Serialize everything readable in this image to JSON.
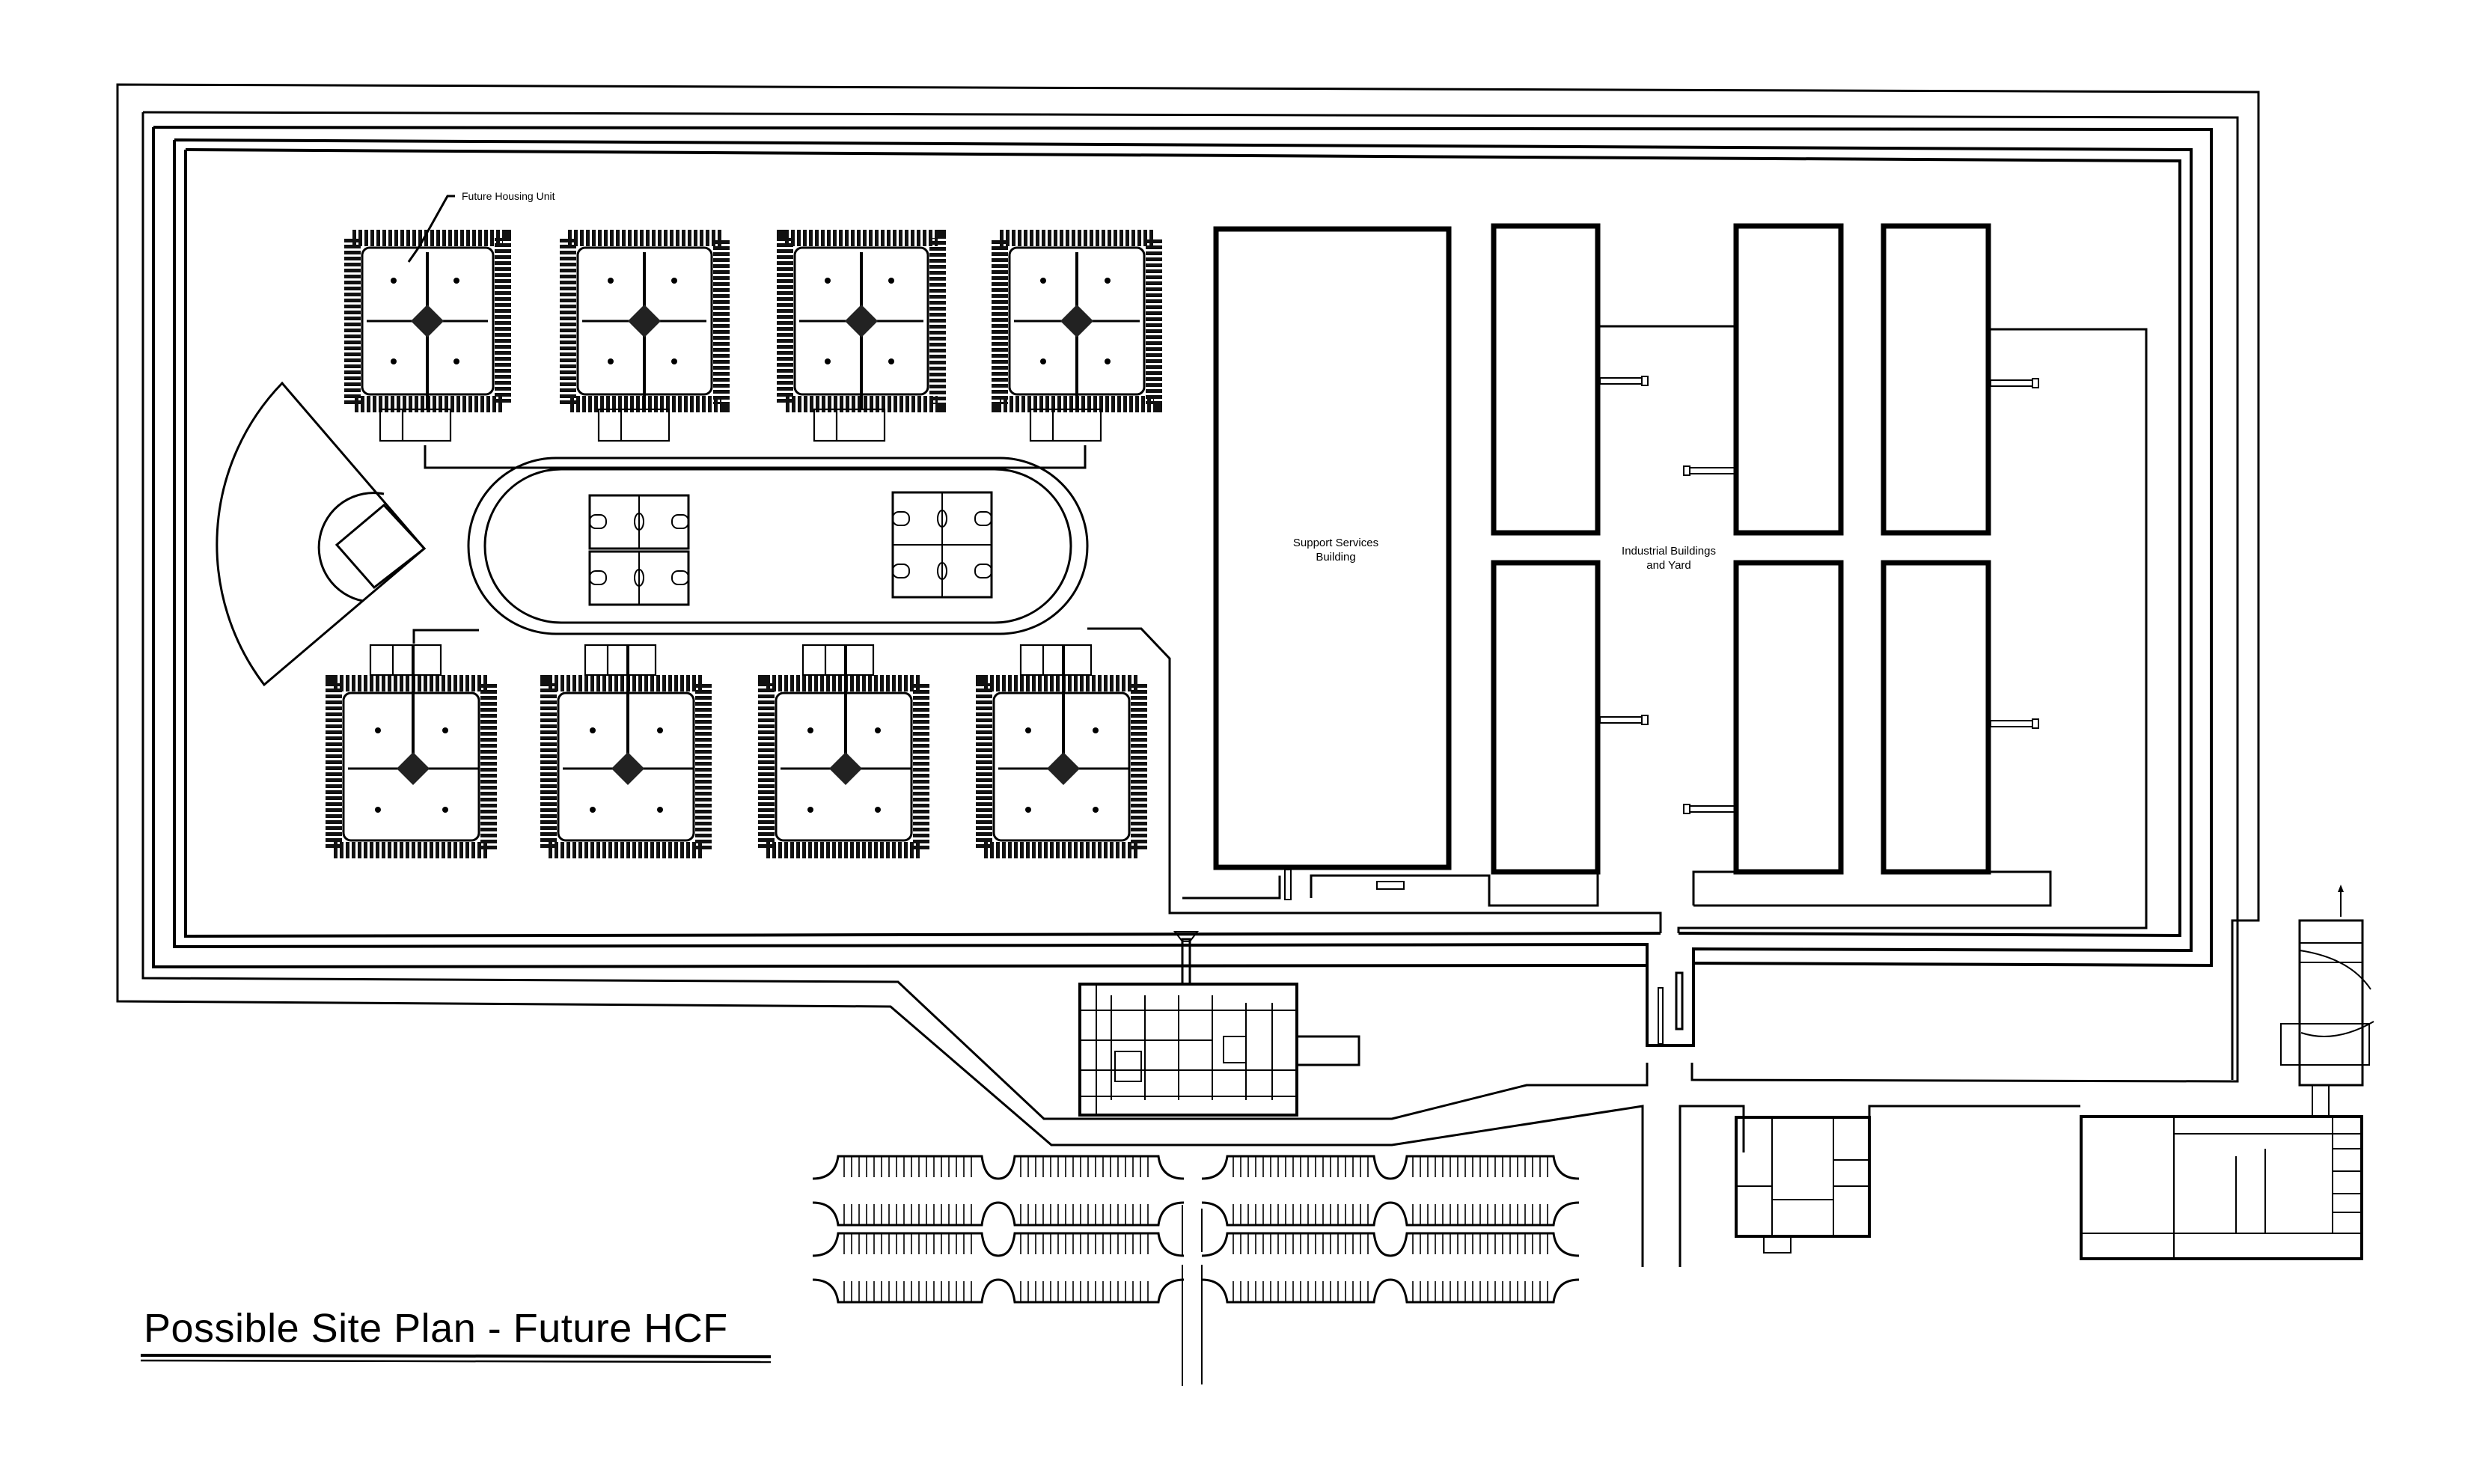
{
  "drawing": {
    "title": "Possible Site Plan - Future HCF",
    "labels": {
      "housing_callout": "Future Housing Unit",
      "support_services": [
        "Support Services",
        "Building"
      ],
      "industrial": [
        "Industrial Buildings",
        "and Yard"
      ]
    }
  },
  "site_elements": {
    "housing_units_top_row": 4,
    "housing_units_bottom_row": 4,
    "basketball_court_groups": 2,
    "industrial_buildings": 6,
    "parking_rows": 4,
    "features": [
      "perimeter fence and patrol road",
      "ball field",
      "oval track",
      "basketball courts",
      "support services building",
      "industrial buildings and yard",
      "administration building",
      "sally port",
      "parking lot",
      "outbuildings"
    ]
  }
}
